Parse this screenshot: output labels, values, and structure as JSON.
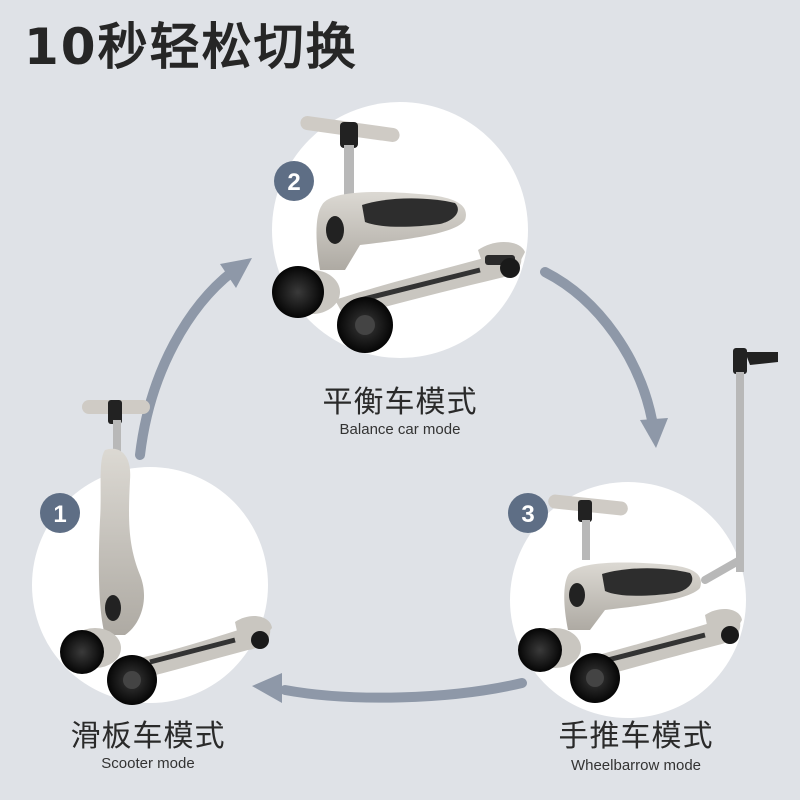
{
  "title": "10秒轻松切换",
  "colors": {
    "background": "#dfe2e7",
    "circle": "#ffffff",
    "arrow": "#8e98a8",
    "badge": "#5e6e85",
    "scooter_body": "#c9c6c0",
    "seat": "#2d2d2d",
    "wheel": "#1a1a1a"
  },
  "modes": [
    {
      "number": "1",
      "label_cn": "滑板车模式",
      "label_en": "Scooter mode"
    },
    {
      "number": "2",
      "label_cn": "平衡车模式",
      "label_en": "Balance car mode"
    },
    {
      "number": "3",
      "label_cn": "手推车模式",
      "label_en": "Wheelbarrow mode"
    }
  ]
}
